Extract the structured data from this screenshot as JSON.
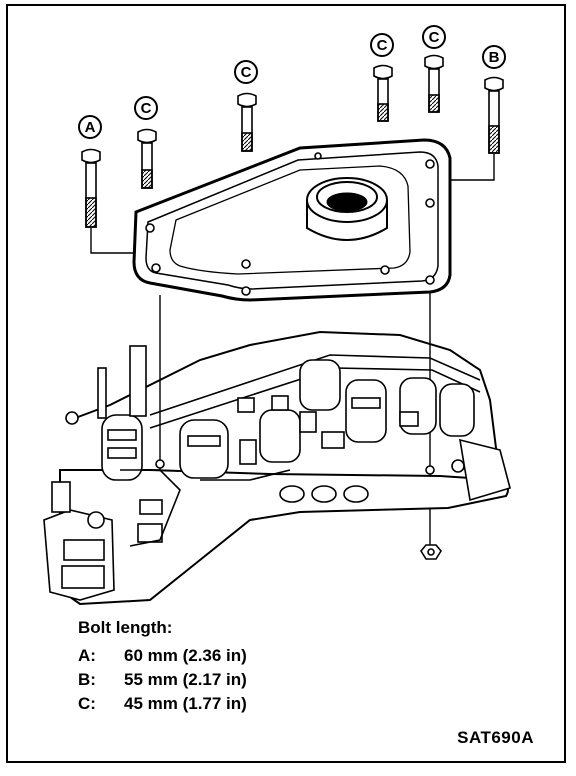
{
  "callouts": {
    "a": "A",
    "b": "B",
    "c": "C"
  },
  "legend": {
    "title": "Bolt length:",
    "rows": [
      {
        "key": "A:",
        "value": "60 mm (2.36 in)"
      },
      {
        "key": "B:",
        "value": "55 mm (2.17 in)"
      },
      {
        "key": "C:",
        "value": "45 mm (1.77 in)"
      }
    ]
  },
  "figure_code": "SAT690A"
}
